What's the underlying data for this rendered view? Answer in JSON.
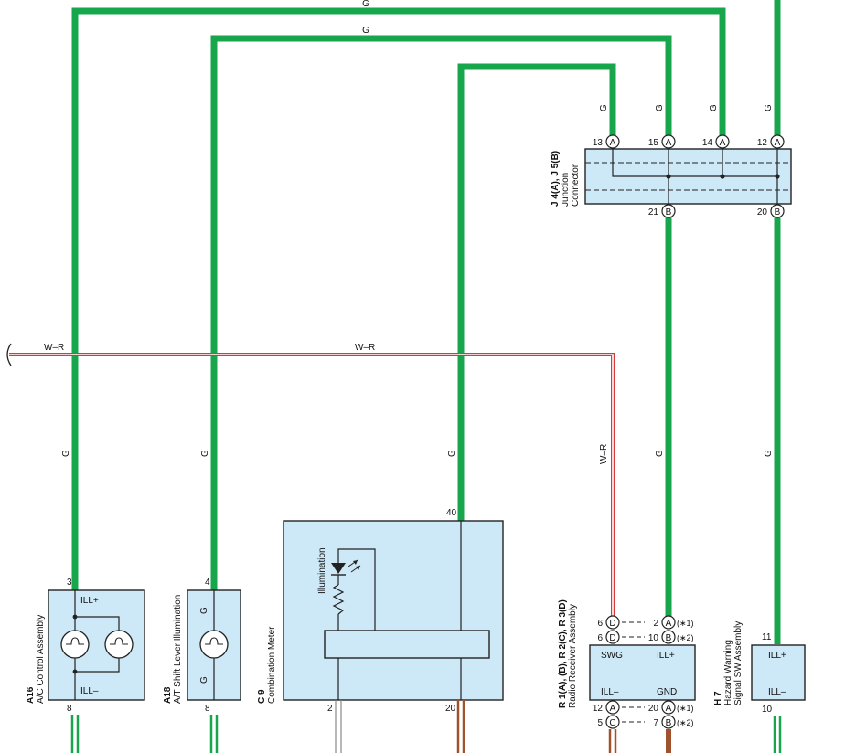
{
  "colors": {
    "wire_green": "#17a64c",
    "wire_red": "#d63a3a",
    "wire_brown": "#a0522d",
    "box_fill": "#cde8f6",
    "outline": "#222222"
  },
  "wire_labels": {
    "g": "G",
    "wr": "W–R"
  },
  "junction": {
    "code": "J 4(A), J 5(B)",
    "name_line1": "Junction",
    "name_line2": "Connector",
    "top_pins": [
      {
        "num": "13",
        "conn": "A"
      },
      {
        "num": "15",
        "conn": "A"
      },
      {
        "num": "14",
        "conn": "A"
      },
      {
        "num": "12",
        "conn": "A"
      }
    ],
    "bottom_pins": [
      {
        "num": "21",
        "conn": "B"
      },
      {
        "num": "20",
        "conn": "B"
      }
    ]
  },
  "ac_control": {
    "code": "A16",
    "name": "A/C Control Assembly",
    "pin_top": "3",
    "pin_bottom": "8",
    "label_top": "ILL+",
    "label_bottom": "ILL–"
  },
  "shift_lever": {
    "code": "A18",
    "name": "A/T Shift Lever Illumination",
    "pin_top": "4",
    "pin_bottom": "8",
    "label_top": "G",
    "label_bottom": "G"
  },
  "combination_meter": {
    "code": "C 9",
    "name": "Combination Meter",
    "illumination": "Illumination",
    "pin_top": "40",
    "pin_bottom_left": "2",
    "pin_bottom_right": "20"
  },
  "radio": {
    "code": "R 1(A), (B), R 2(C), R 3(D)",
    "name": "Radio Receiver Assembly",
    "labels": {
      "swg": "SWG",
      "ill_plus": "ILL+",
      "ill_minus": "ILL–",
      "gnd": "GND"
    },
    "top_rows": [
      {
        "left_num": "6",
        "left_conn": "D",
        "right_num": "2",
        "right_conn": "A",
        "note": "(∗1)"
      },
      {
        "left_num": "6",
        "left_conn": "D",
        "right_num": "10",
        "right_conn": "B",
        "note": "(∗2)"
      }
    ],
    "bottom_rows": [
      {
        "left_num": "12",
        "left_conn": "A",
        "right_num": "20",
        "right_conn": "A",
        "note": "(∗1)"
      },
      {
        "left_num": "5",
        "left_conn": "C",
        "right_num": "7",
        "right_conn": "B",
        "note": "(∗2)"
      }
    ]
  },
  "hazard": {
    "code": "H 7",
    "name_line1": "Hazard Warning",
    "name_line2": "Signal SW Assembly",
    "pin_top": "11",
    "pin_bottom": "10",
    "label_top": "ILL+",
    "label_bottom": "ILL–"
  }
}
